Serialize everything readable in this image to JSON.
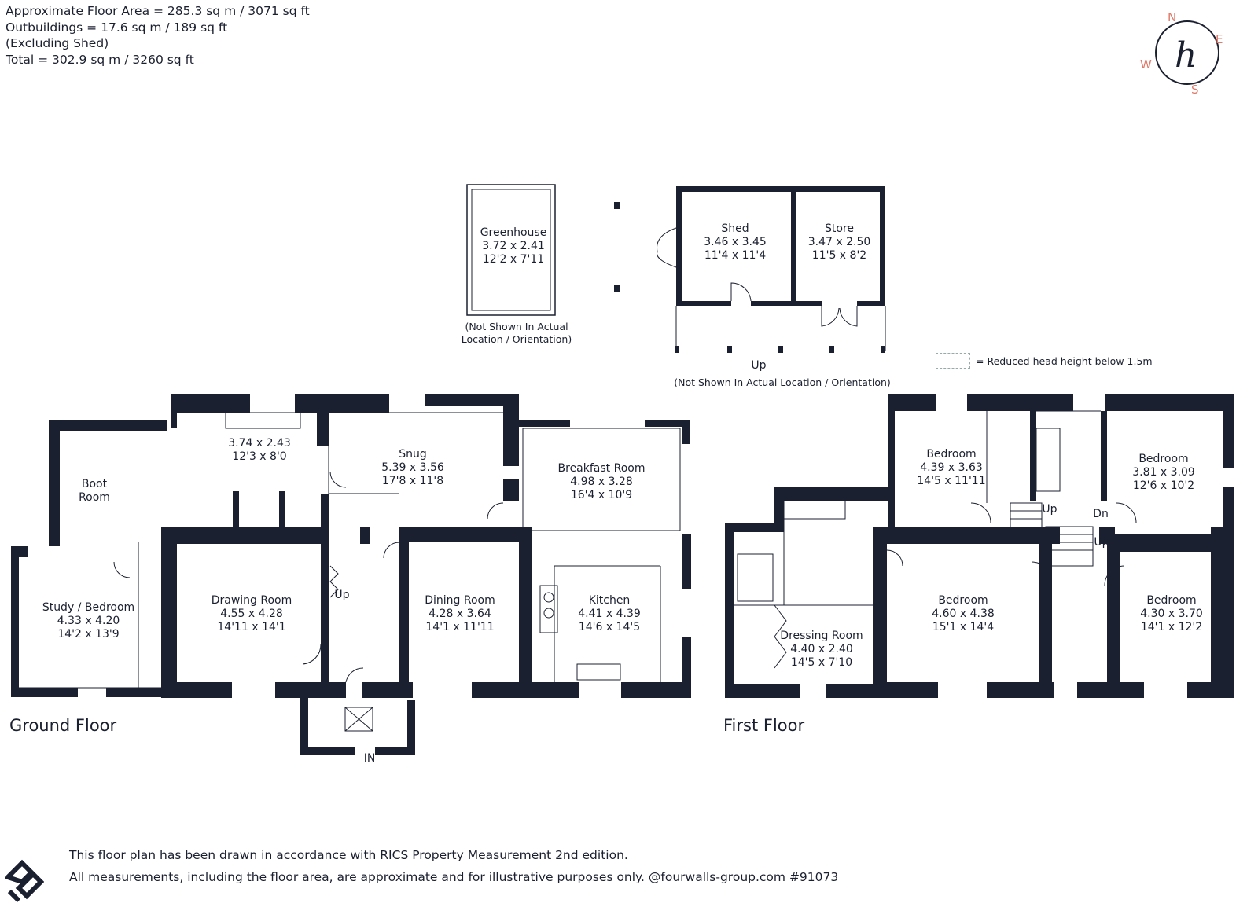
{
  "header": {
    "lines": [
      "Approximate Floor Area = 285.3 sq m / 3071 sq ft",
      "Outbuildings = 17.6 sq m / 189 sq ft",
      "(Excluding Shed)",
      "Total = 302.9 sq m / 3260 sq ft"
    ]
  },
  "compass": {
    "n": "N",
    "e": "E",
    "s": "S",
    "w": "W",
    "logo": "h",
    "accent": "#e07a6a"
  },
  "colors": {
    "wall": "#1b2030",
    "text": "#1b2030"
  },
  "outbuildings": {
    "greenhouse": {
      "name": "Greenhouse",
      "metric": "3.72 x 2.41",
      "imperial": "12'2 x 7'11"
    },
    "greenhouse_note": [
      "(Not Shown In Actual",
      "Location / Orientation)"
    ],
    "shed": {
      "name": "Shed",
      "metric": "3.46 x 3.45",
      "imperial": "11'4 x 11'4"
    },
    "store": {
      "name": "Store",
      "metric": "3.47 x 2.50",
      "imperial": "11'5 x 8'2"
    },
    "up_label": "Up",
    "shed_note": "(Not Shown In Actual Location / Orientation)"
  },
  "legend": {
    "text": "= Reduced head height below 1.5m"
  },
  "ground_floor": {
    "title": "Ground Floor",
    "rooms": [
      {
        "name": "",
        "metric": "3.74 x 2.43",
        "imperial": "12'3 x 8'0"
      },
      {
        "name": "Snug",
        "metric": "5.39 x 3.56",
        "imperial": "17'8 x 11'8"
      },
      {
        "name": "Breakfast Room",
        "metric": "4.98 x 3.28",
        "imperial": "16'4 x 10'9"
      },
      {
        "name": "Boot",
        "metric": "Room",
        "imperial": ""
      },
      {
        "name": "Study / Bedroom",
        "metric": "4.33 x 4.20",
        "imperial": "14'2 x 13'9"
      },
      {
        "name": "Drawing Room",
        "metric": "4.55 x 4.28",
        "imperial": "14'11 x 14'1"
      },
      {
        "name": "Dining Room",
        "metric": "4.28 x 3.64",
        "imperial": "14'1 x 11'11"
      },
      {
        "name": "Kitchen",
        "metric": "4.41 x 4.39",
        "imperial": "14'6 x 14'5"
      }
    ],
    "up_label": "Up",
    "in_label": "IN"
  },
  "first_floor": {
    "title": "First Floor",
    "rooms": [
      {
        "name": "Bedroom",
        "metric": "4.39 x 3.63",
        "imperial": "14'5 x 11'11"
      },
      {
        "name": "Bedroom",
        "metric": "3.81 x 3.09",
        "imperial": "12'6 x 10'2"
      },
      {
        "name": "Bedroom",
        "metric": "4.60 x 4.38",
        "imperial": "15'1 x 14'4"
      },
      {
        "name": "Bedroom",
        "metric": "4.30 x 3.70",
        "imperial": "14'1 x 12'2"
      },
      {
        "name": "Dressing Room",
        "metric": "4.40 x 2.40",
        "imperial": "14'5 x 7'10"
      }
    ],
    "up_label": "Up",
    "dn_label": "Dn",
    "up2_label": "Up"
  },
  "footer": {
    "line1": "This floor plan has been drawn in accordance with RICS Property Measurement 2nd edition.",
    "line2": "All measurements, including the floor area, are approximate and for illustrative purposes only. @fourwalls-group.com #91073"
  }
}
